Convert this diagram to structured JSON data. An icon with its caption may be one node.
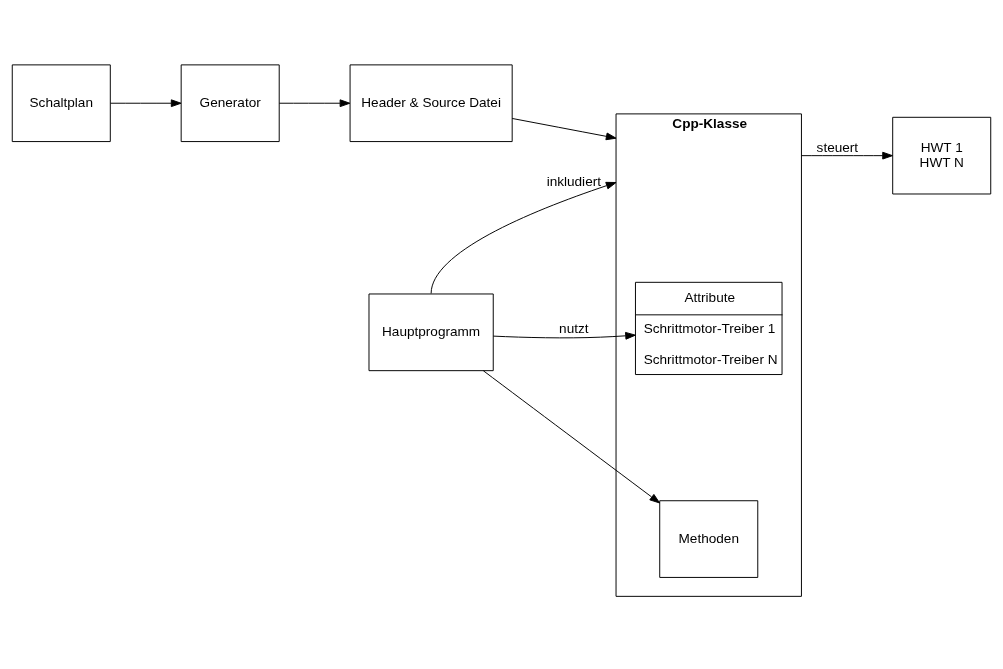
{
  "diagram": {
    "nodes": [
      {
        "text": [
          "Schaltplan"
        ]
      },
      {
        "text": [
          "Generator"
        ]
      },
      {
        "text": [
          "Header & Source Datei"
        ]
      },
      {
        "text": [
          "Cpp-Klasse"
        ]
      },
      {
        "text": [
          "Attribute",
          "Schrittmotor-Treiber 1",
          "Schrittmotor-Treiber N"
        ],
        "in": 3
      },
      {
        "text": [
          "Methoden"
        ],
        "in": 3
      },
      {
        "text": [
          "Hauptprogramm"
        ]
      },
      {
        "text": [
          "HWT 1",
          "HWT N"
        ]
      }
    ],
    "edges": [
      {
        "from": 0,
        "to": 1,
        "arrow": "to"
      },
      {
        "from": 1,
        "to": 2,
        "arrow": "to"
      },
      {
        "from": 2,
        "to": 3,
        "arrow": "to"
      },
      {
        "from": 6,
        "to": 3,
        "arrow": "to",
        "label": "inkludiert"
      },
      {
        "from": 6,
        "to": 4,
        "arrow": "to",
        "label": "nutzt"
      },
      {
        "from": 6,
        "to": 5,
        "arrow": "to"
      },
      {
        "from": 3,
        "to": 7,
        "arrow": "to",
        "label": "steuert"
      }
    ]
  }
}
